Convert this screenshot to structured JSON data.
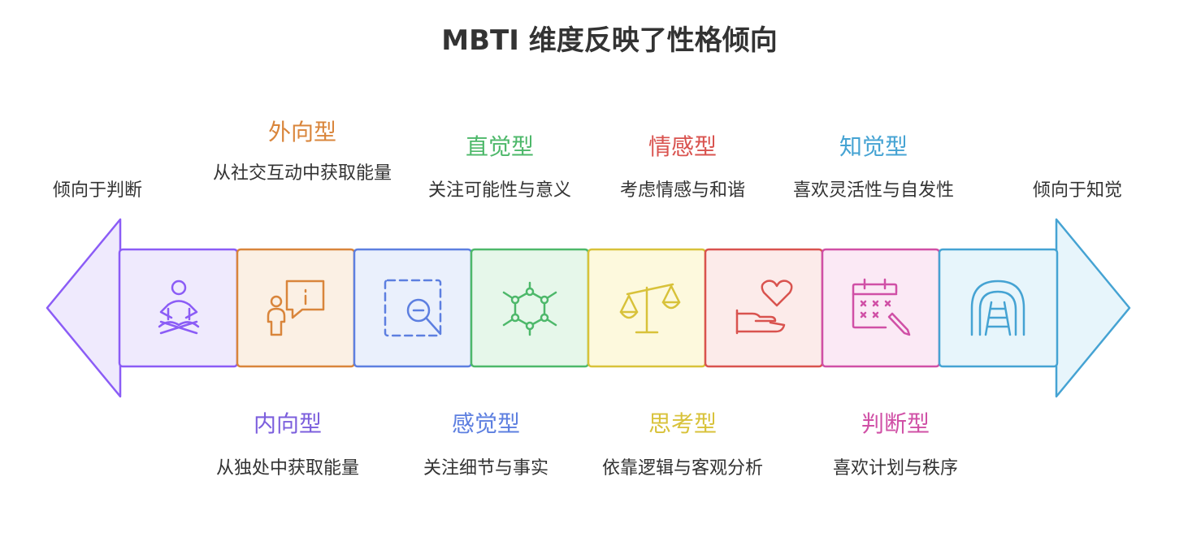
{
  "title": "MBTI 维度反映了性格倾向",
  "left_end": "倾向于判断",
  "right_end": "倾向于知觉",
  "top_items": [
    {
      "type": "外向型",
      "desc": "从社交互动中获取能量",
      "color": "#D9853B"
    },
    {
      "type": "直觉型",
      "desc": "关注可能性与意义",
      "color": "#4DB86A"
    },
    {
      "type": "情感型",
      "desc": "考虑情感与和谐",
      "color": "#D9534F"
    },
    {
      "type": "知觉型",
      "desc": "喜欢灵活性与自发性",
      "color": "#45A3D3"
    }
  ],
  "bottom_items": [
    {
      "type": "内向型",
      "desc": "从独处中获取能量",
      "color": "#7C5FDD"
    },
    {
      "type": "感觉型",
      "desc": "关注细节与事实",
      "color": "#5D7FE0"
    },
    {
      "type": "思考型",
      "desc": "依靠逻辑与客观分析",
      "color": "#D8C23A"
    },
    {
      "type": "判断型",
      "desc": "喜欢计划与秩序",
      "color": "#D050A6"
    }
  ],
  "segments": [
    {
      "icon": "meditation-icon",
      "stroke": "#8B5CF6",
      "fill": "#EFEAFD"
    },
    {
      "icon": "person-speech-icon",
      "stroke": "#D9853B",
      "fill": "#FBF0E4"
    },
    {
      "icon": "magnifier-icon",
      "stroke": "#5D7FE0",
      "fill": "#EAF0FC"
    },
    {
      "icon": "molecule-icon",
      "stroke": "#4DB86A",
      "fill": "#E6F7EA"
    },
    {
      "icon": "scales-icon",
      "stroke": "#D8C23A",
      "fill": "#FDF9DD"
    },
    {
      "icon": "heart-hand-icon",
      "stroke": "#D9534F",
      "fill": "#FCEBEA"
    },
    {
      "icon": "calendar-pen-icon",
      "stroke": "#D050A6",
      "fill": "#FBE9F5"
    },
    {
      "icon": "tunnel-icon",
      "stroke": "#45A3D3",
      "fill": "#E7F5FB"
    }
  ]
}
